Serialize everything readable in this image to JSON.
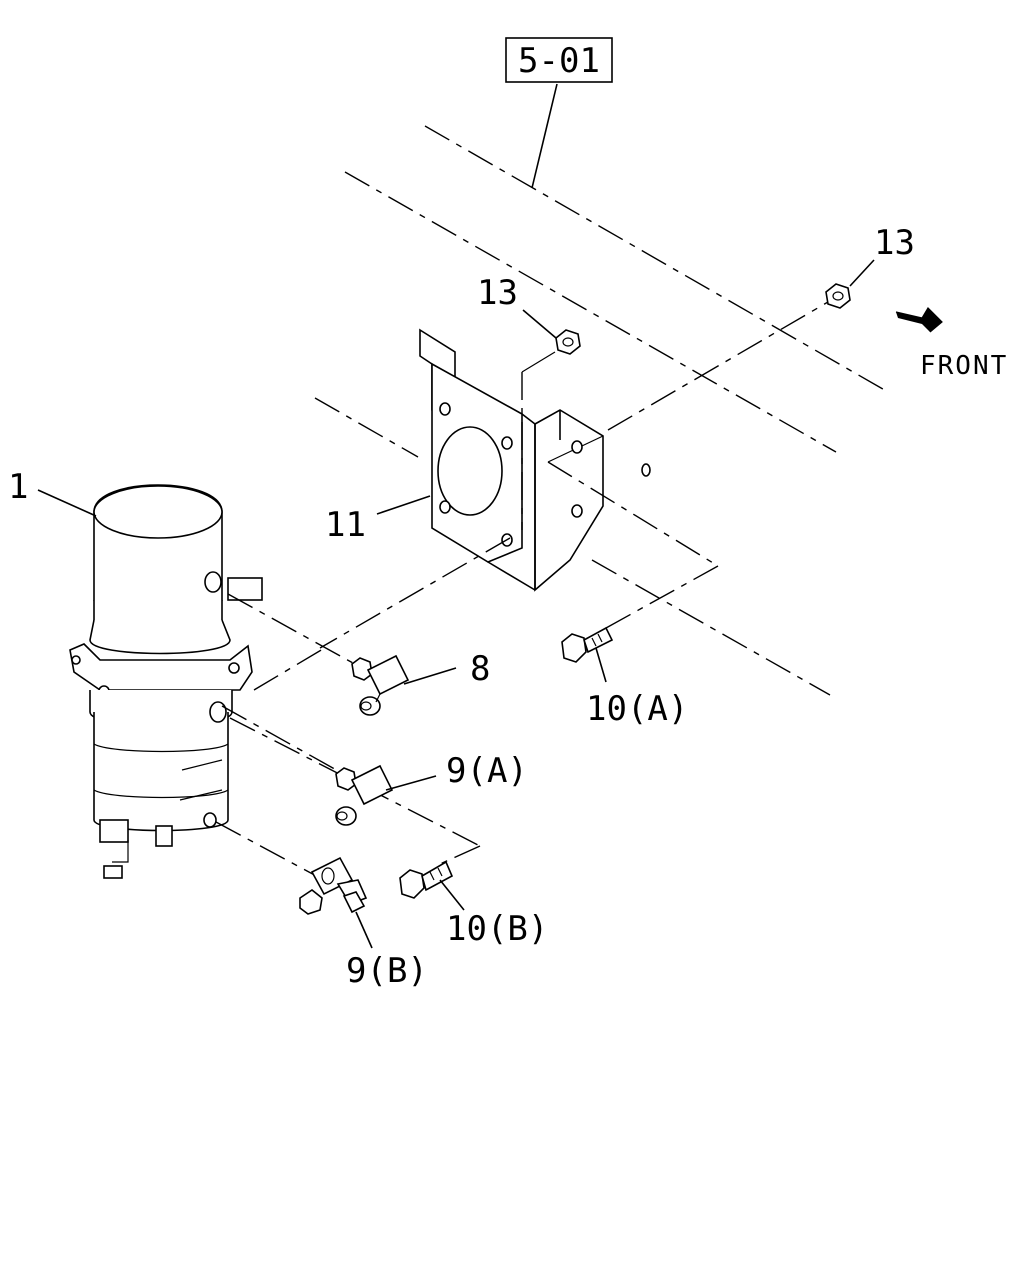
{
  "diagram": {
    "ref_box": "5-01",
    "direction": "FRONT",
    "labels": {
      "p1": "1",
      "p8": "8",
      "p9a": "9(A)",
      "p9b": "9(B)",
      "p10a": "10(A)",
      "p10b": "10(B)",
      "p11": "11",
      "p13_upper": "13",
      "p13_lower": "13"
    }
  }
}
